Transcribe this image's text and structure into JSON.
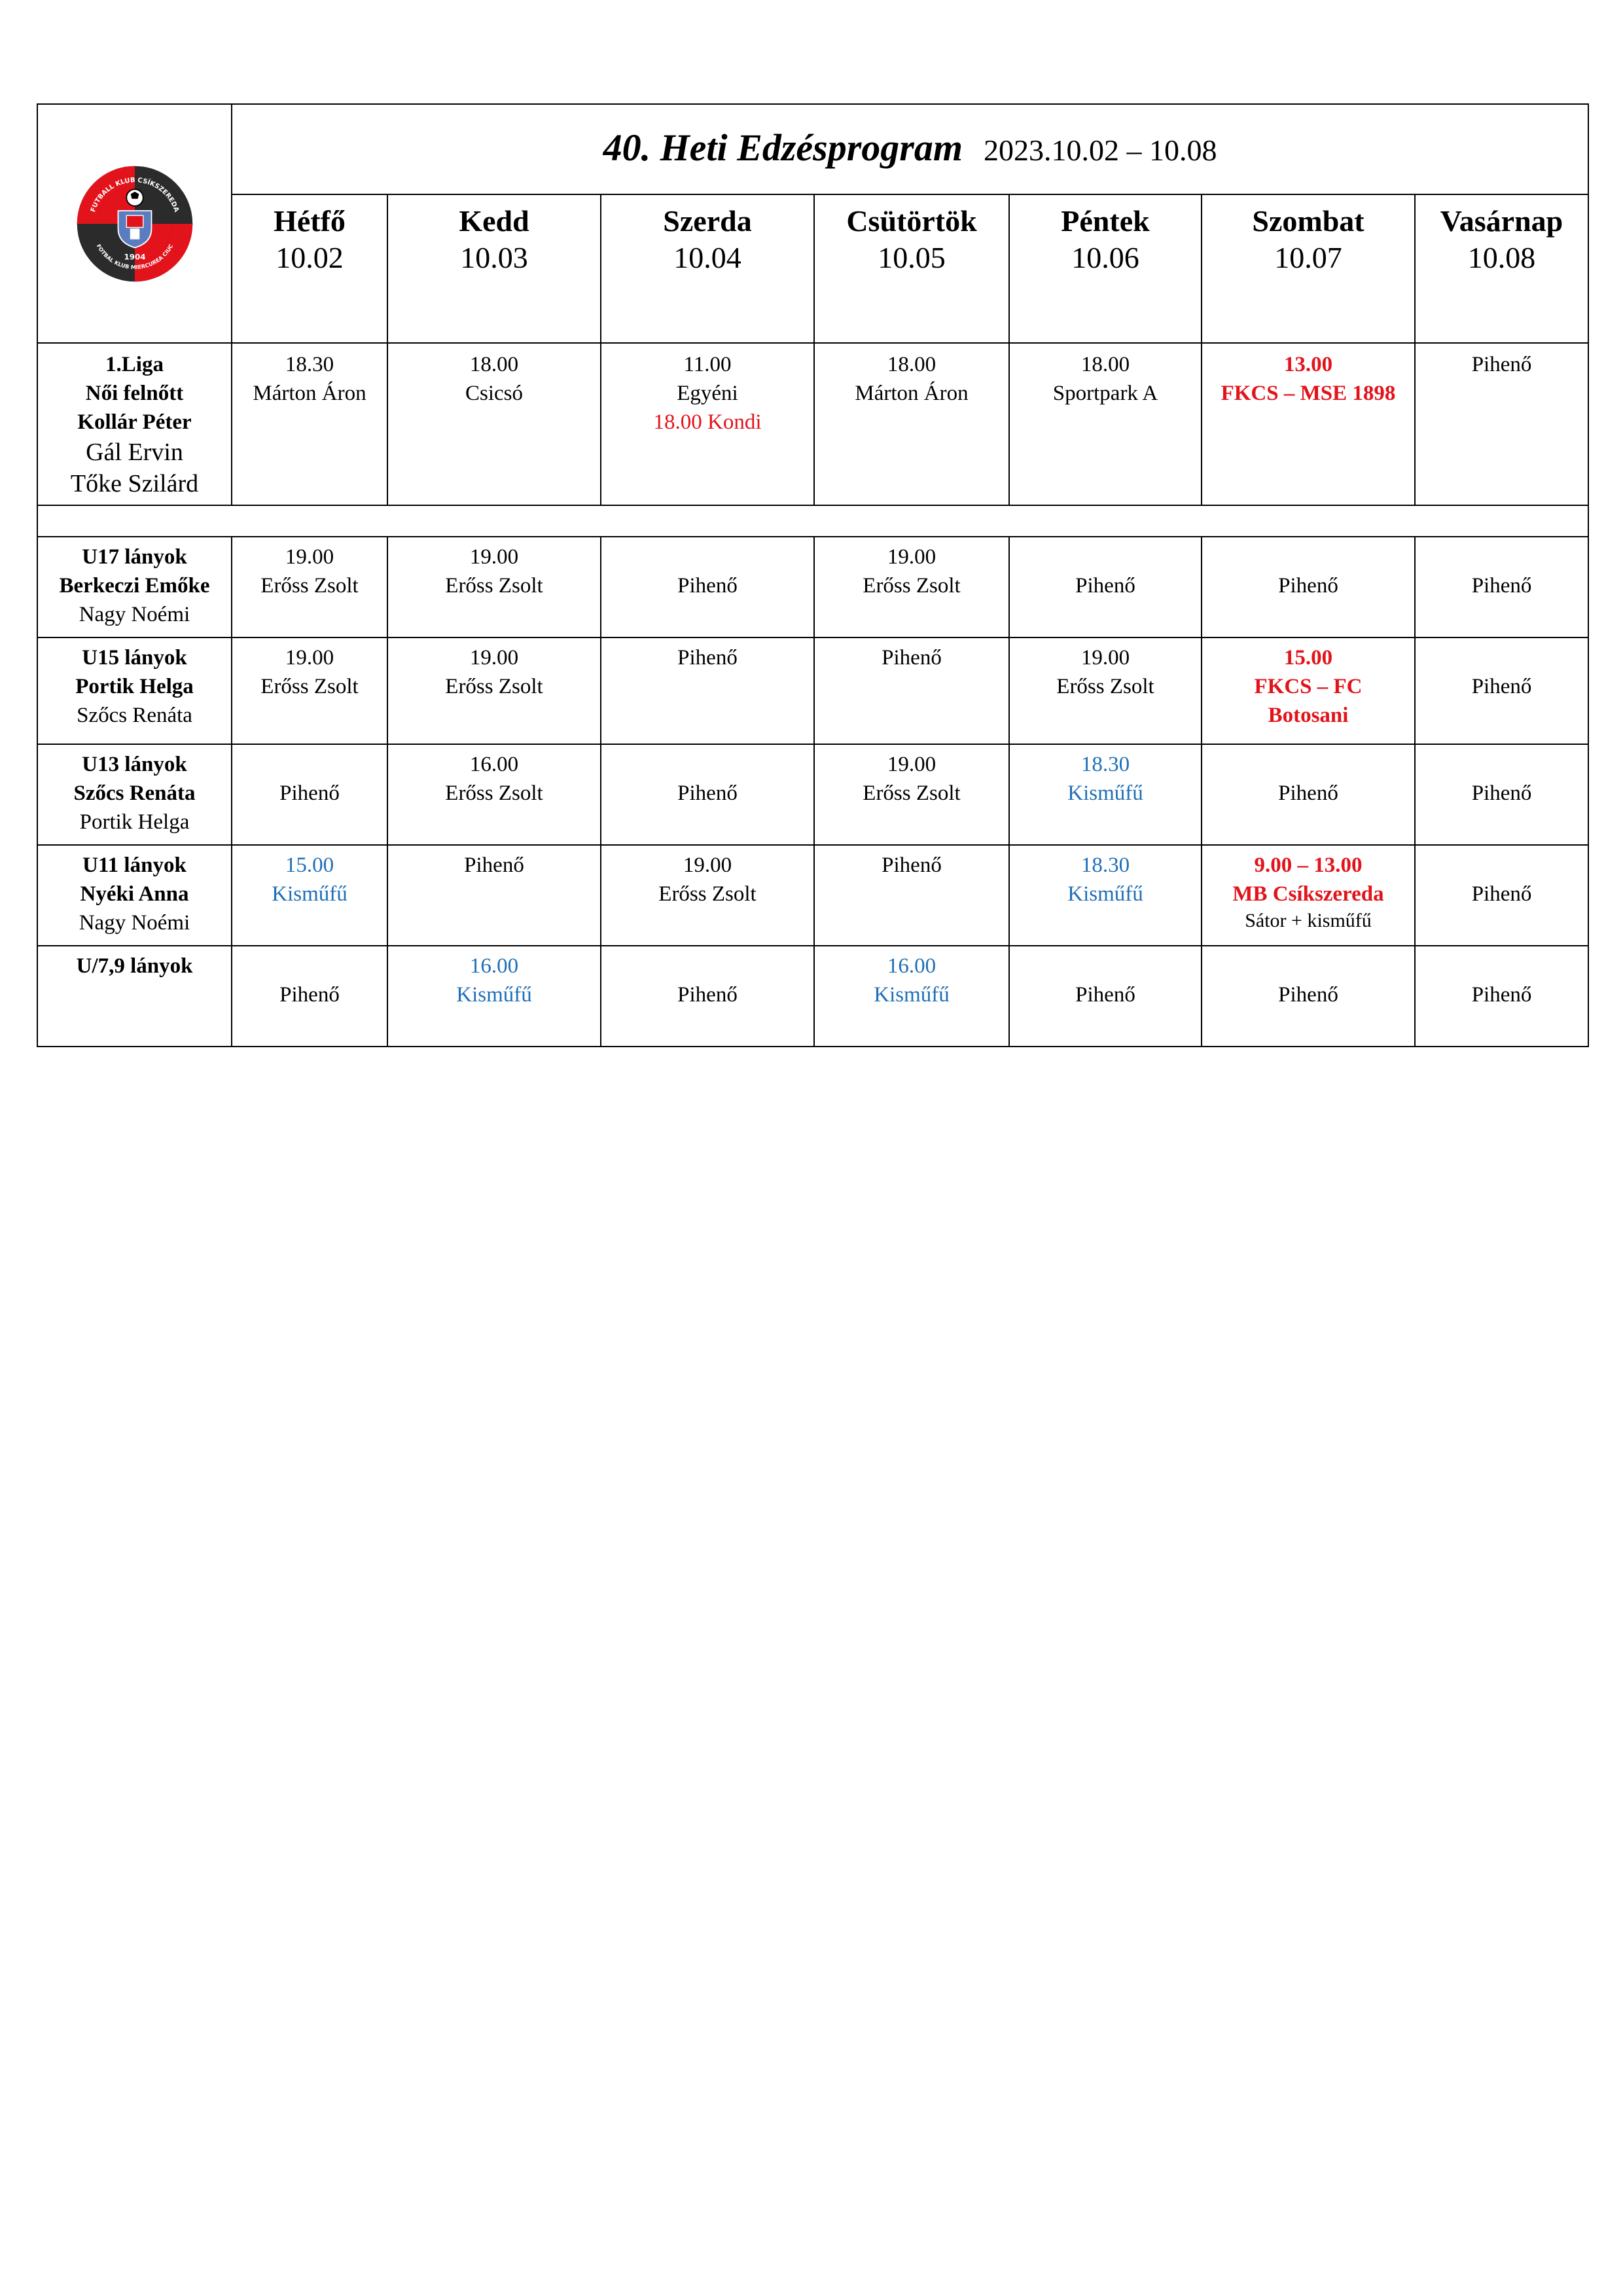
{
  "title": {
    "main": "40. Heti Edzésprogram",
    "range": "2023.10.02 – 10.08"
  },
  "colors": {
    "red": "#e3131b",
    "blue": "#1f6fb7",
    "logo_red": "#e3131b",
    "logo_dark": "#2b2b2b"
  },
  "logo": {
    "text_top": "FUTBALL KLUB CSÍKSZEREDA",
    "text_bottom": "FOTBAL KLUB MIERCUREA CIUC",
    "year": "1904"
  },
  "days": [
    {
      "name": "Hétfő",
      "date": "10.02"
    },
    {
      "name": "Kedd",
      "date": "10.03"
    },
    {
      "name": "Szerda",
      "date": "10.04"
    },
    {
      "name": "Csütörtök",
      "date": "10.05"
    },
    {
      "name": "Péntek",
      "date": "10.06"
    },
    {
      "name": "Szombat",
      "date": "10.07"
    },
    {
      "name": "Vasárnap",
      "date": "10.08"
    }
  ],
  "liga": {
    "team": [
      "1.Liga",
      "Női felnőtt",
      "Kollár Péter"
    ],
    "coaches": [
      "Gál Ervin",
      "Tőke Szilárd"
    ],
    "cells": [
      [
        "18.30",
        "Márton Áron"
      ],
      [
        "18.00",
        "Csicsó"
      ],
      [
        "11.00",
        "Egyéni",
        "18.00 Kondi"
      ],
      [
        "18.00",
        "Márton Áron"
      ],
      [
        "18.00",
        "Sportpark A"
      ],
      [
        "13.00",
        "FKCS – MSE 1898"
      ],
      [
        "Pihenő"
      ]
    ]
  },
  "rows": [
    {
      "team": [
        "U17 lányok",
        "Berkeczi Emőke"
      ],
      "assistant": "Nagy Noémi",
      "cells": [
        [
          "19.00",
          "Erőss Zsolt"
        ],
        [
          "19.00",
          "Erőss Zsolt"
        ],
        [
          "Pihenő"
        ],
        [
          "19.00",
          "Erőss Zsolt"
        ],
        [
          "Pihenő"
        ],
        [
          "Pihenő"
        ],
        [
          "Pihenő"
        ]
      ]
    },
    {
      "team": [
        "U15 lányok",
        "Portik Helga"
      ],
      "assistant": "Szőcs Renáta",
      "cells": [
        [
          "19.00",
          "Erőss Zsolt"
        ],
        [
          "19.00",
          "Erőss Zsolt"
        ],
        [
          "Pihenő"
        ],
        [
          "Pihenő"
        ],
        [
          "19.00",
          "Erőss Zsolt"
        ],
        [
          "15.00",
          "FKCS – FC",
          "Botosani"
        ],
        [
          "Pihenő"
        ]
      ]
    },
    {
      "team": [
        "U13 lányok",
        "Szőcs Renáta"
      ],
      "assistant": "Portik Helga",
      "cells": [
        [
          "Pihenő"
        ],
        [
          "16.00",
          "Erőss Zsolt"
        ],
        [
          "Pihenő"
        ],
        [
          "19.00",
          "Erőss Zsolt"
        ],
        [
          "18.30",
          "Kisműfű"
        ],
        [
          "Pihenő"
        ],
        [
          "Pihenő"
        ]
      ]
    },
    {
      "team": [
        "U11 lányok",
        "Nyéki Anna"
      ],
      "assistant": "Nagy Noémi",
      "cells": [
        [
          "15.00",
          "Kisműfű"
        ],
        [
          "Pihenő"
        ],
        [
          "19.00",
          "Erőss Zsolt"
        ],
        [
          "Pihenő"
        ],
        [
          "18.30",
          "Kisműfű"
        ],
        [
          "9.00 – 13.00",
          "MB Csíkszereda",
          "Sátor + kisműfű"
        ],
        [
          "Pihenő"
        ]
      ]
    },
    {
      "team": [
        "U/7,9 lányok"
      ],
      "cells": [
        [
          "Pihenő"
        ],
        [
          "16.00",
          "Kisműfű"
        ],
        [
          "Pihenő"
        ],
        [
          "16.00",
          "Kisműfű"
        ],
        [
          "Pihenő"
        ],
        [
          "Pihenő"
        ],
        [
          "Pihenő"
        ]
      ]
    }
  ]
}
